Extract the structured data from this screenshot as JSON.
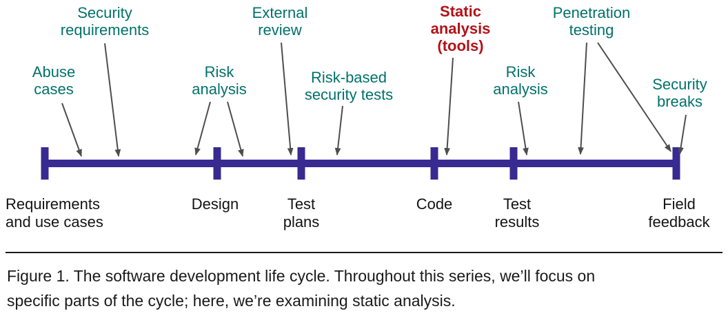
{
  "colors": {
    "timeline": "#382a91",
    "activity": "#00716a",
    "highlight": "#b31117",
    "arrow": "#4d4d4d"
  },
  "timeline": {
    "phases": [
      {
        "label": "Requirements\nand use cases"
      },
      {
        "label": "Design"
      },
      {
        "label": "Test\nplans"
      },
      {
        "label": "Code"
      },
      {
        "label": "Test\nresults"
      },
      {
        "label": "Field\nfeedback"
      }
    ],
    "activities": [
      {
        "label": "Abuse\ncases",
        "highlighted": false
      },
      {
        "label": "Security\nrequirements",
        "highlighted": false
      },
      {
        "label": "Risk\nanalysis",
        "highlighted": false
      },
      {
        "label": "External\nreview",
        "highlighted": false
      },
      {
        "label": "Risk-based\nsecurity tests",
        "highlighted": false
      },
      {
        "label": "Static\nanalysis\n(tools)",
        "highlighted": true
      },
      {
        "label": "Risk\nanalysis",
        "highlighted": false
      },
      {
        "label": "Penetration\ntesting",
        "highlighted": false
      },
      {
        "label": "Security\nbreaks",
        "highlighted": false
      }
    ]
  },
  "caption": {
    "text": "Figure 1. The software development life cycle. Throughout this series, we’ll focus on\nspecific parts of the cycle; here, we’re examining static analysis."
  }
}
